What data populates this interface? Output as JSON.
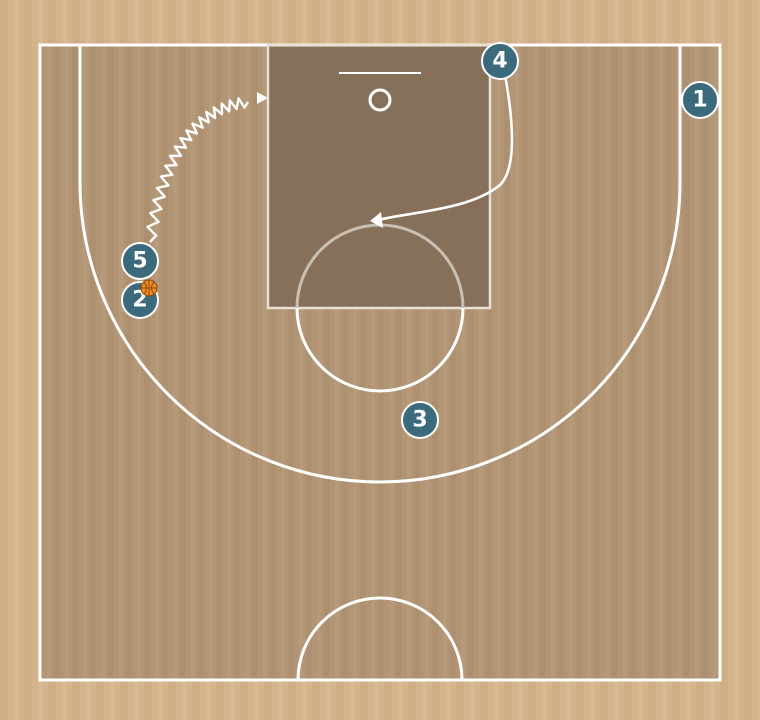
{
  "colors": {
    "outer_wood": "#d4b68e",
    "court_floor": "#b09472",
    "paint_fill": "#86705a",
    "lines": "#ffffff",
    "player_fill": "#3b6a7c",
    "ball": "#f08c1e"
  },
  "players": [
    {
      "id": "p1",
      "label": "1"
    },
    {
      "id": "p2",
      "label": "2"
    },
    {
      "id": "p3",
      "label": "3"
    },
    {
      "id": "p4",
      "label": "4"
    },
    {
      "id": "p5",
      "label": "5"
    }
  ],
  "ball_holder": "2",
  "actions": [
    {
      "type": "dribble",
      "player": "5"
    },
    {
      "type": "cut",
      "player": "4"
    }
  ]
}
